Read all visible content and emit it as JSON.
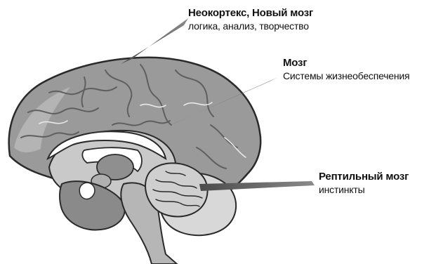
{
  "diagram": {
    "labels": [
      {
        "id": "neocortex",
        "title": "Неокортекс, Новый мозг",
        "description": "логика, анализ, творчество"
      },
      {
        "id": "brain",
        "title": "Мозг",
        "description": "Системы жизнеобеспечения"
      },
      {
        "id": "reptilian",
        "title": "Рептильный мозг",
        "description": "инстинкты"
      }
    ]
  },
  "colors": {
    "cortex": "#9a9a9a",
    "cortex_dark": "#6f6f6f",
    "inner": "#c9c9c9",
    "outline": "#2a2a2a",
    "pointer": "#5a5a5a",
    "corpus_callosum": "#ffffff"
  }
}
